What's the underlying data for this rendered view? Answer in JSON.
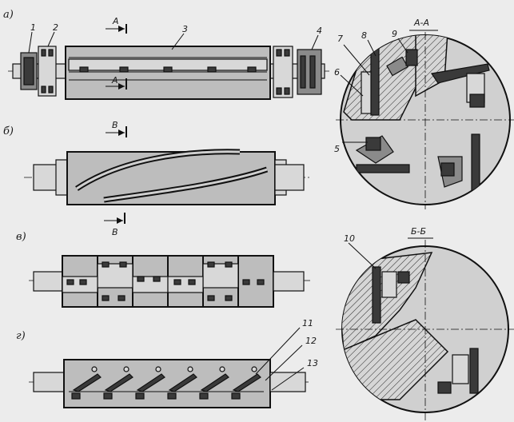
{
  "views": {
    "a": "а)",
    "b": "б)",
    "v": "в)",
    "g": "г)"
  },
  "sections": {
    "aa": "А-А",
    "bb": "Б-Б",
    "arrow_a": "А",
    "arrow_b": "В"
  },
  "callouts": [
    "1",
    "2",
    "3",
    "4",
    "5",
    "6",
    "7",
    "8",
    "9",
    "10",
    "11",
    "12",
    "13"
  ]
}
